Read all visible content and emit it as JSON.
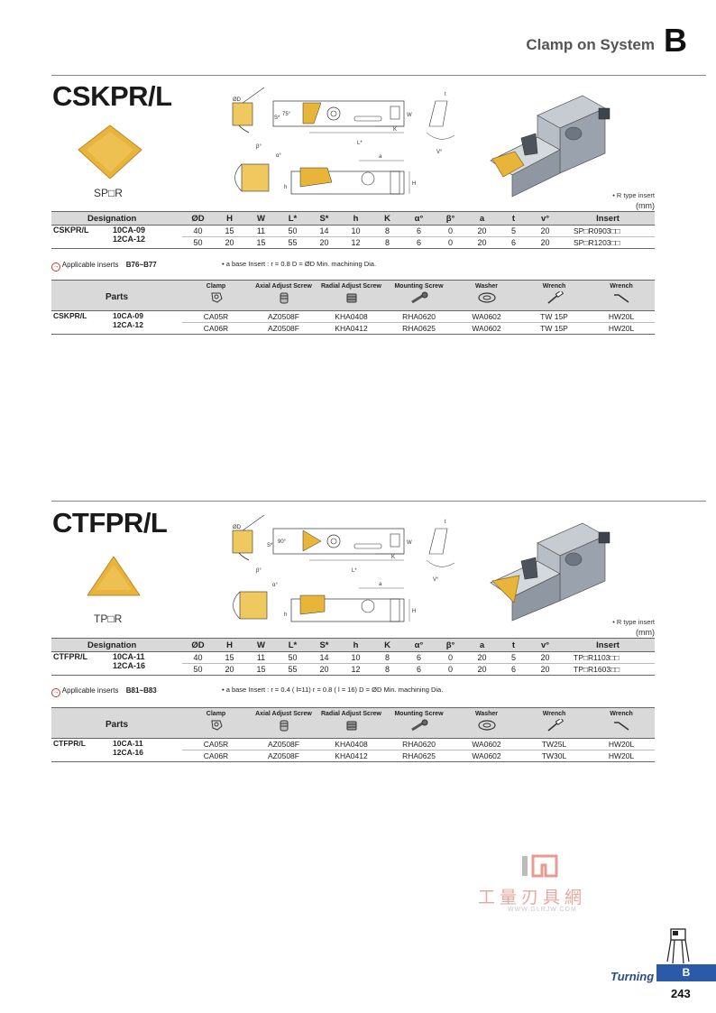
{
  "header": {
    "title": "Clamp on System",
    "letter": "B"
  },
  "sections": [
    {
      "model": "CSKPR/L",
      "insert_label": "SP□R",
      "r_note": "• R type insert",
      "unit": "(mm)",
      "spec_headers": [
        "Designation",
        "ØD",
        "H",
        "W",
        "L*",
        "S*",
        "h",
        "K",
        "α°",
        "β°",
        "a",
        "t",
        "v°",
        "Insert"
      ],
      "series": "CSKPR/L",
      "rows": [
        {
          "code": "10CA-09",
          "vals": [
            "40",
            "15",
            "11",
            "50",
            "14",
            "10",
            "8",
            "6",
            "0",
            "20",
            "5",
            "20"
          ],
          "insert": "SP□R0903□□"
        },
        {
          "code": "12CA-12",
          "vals": [
            "50",
            "20",
            "15",
            "55",
            "20",
            "12",
            "8",
            "6",
            "0",
            "20",
            "6",
            "20"
          ],
          "insert": "SP□R1203□□"
        }
      ],
      "applicable": "Applicable inserts",
      "applicable_ref": "B76~B77",
      "footnote": "• a base Insert : r = 0.8     D = ØD Min. machining Dia.",
      "parts_label": "Parts",
      "parts_headers": [
        "Clamp",
        "Axial Adjust Screw",
        "Radial Adjust Screw",
        "Mounting Screw",
        "Washer",
        "Wrench",
        "Wrench"
      ],
      "parts_rows": [
        {
          "code": "10CA-09",
          "vals": [
            "CA05R",
            "AZ0508F",
            "KHA0408",
            "RHA0620",
            "WA0602",
            "TW 15P",
            "HW20L"
          ]
        },
        {
          "code": "12CA-12",
          "vals": [
            "CA06R",
            "AZ0508F",
            "KHA0412",
            "RHA0625",
            "WA0602",
            "TW 15P",
            "HW20L"
          ]
        }
      ],
      "diagram": {
        "angle": "75°",
        "labels": [
          "ØD",
          "S*",
          "L*",
          "K",
          "W",
          "a",
          "h",
          "H",
          "t",
          "V°",
          "β°",
          "α°"
        ]
      }
    },
    {
      "model": "CTFPR/L",
      "insert_label": "TP□R",
      "r_note": "• R type insert",
      "unit": "(mm)",
      "spec_headers": [
        "Designation",
        "ØD",
        "H",
        "W",
        "L*",
        "S*",
        "h",
        "K",
        "α°",
        "β°",
        "a",
        "t",
        "v°",
        "Insert"
      ],
      "series": "CTFPR/L",
      "rows": [
        {
          "code": "10CA-11",
          "vals": [
            "40",
            "15",
            "11",
            "50",
            "14",
            "10",
            "8",
            "6",
            "0",
            "20",
            "5",
            "20"
          ],
          "insert": "TP□R1103□□"
        },
        {
          "code": "12CA-16",
          "vals": [
            "50",
            "20",
            "15",
            "55",
            "20",
            "12",
            "8",
            "6",
            "0",
            "20",
            "6",
            "20"
          ],
          "insert": "TP□R1603□□"
        }
      ],
      "applicable": "Applicable inserts",
      "applicable_ref": "B81~B83",
      "footnote": "• a base Insert : r = 0.4 ( l=11) r = 0.8 ( l = 16)    D = ØD Min. machining Dia.",
      "parts_label": "Parts",
      "parts_headers": [
        "Clamp",
        "Axial Adjust Screw",
        "Radial Adjust Screw",
        "Mounting Screw",
        "Washer",
        "Wrench",
        "Wrench"
      ],
      "parts_rows": [
        {
          "code": "10CA-11",
          "vals": [
            "CA05R",
            "AZ0508F",
            "KHA0408",
            "RHA0620",
            "WA0602",
            "TW25L",
            "HW20L"
          ]
        },
        {
          "code": "12CA-16",
          "vals": [
            "CA06R",
            "AZ0508F",
            "KHA0412",
            "RHA0625",
            "WA0602",
            "TW30L",
            "HW20L"
          ]
        }
      ],
      "diagram": {
        "angle": "90°",
        "labels": [
          "ØD",
          "S*",
          "L*",
          "K",
          "W",
          "a",
          "h",
          "H",
          "t",
          "V°",
          "β°",
          "α°"
        ]
      }
    }
  ],
  "watermark": {
    "text": "工量刃具網",
    "url": "WWW.GLRJW.COM"
  },
  "footer": {
    "section_name": "Turning",
    "tab_letter": "B",
    "page_number": "243"
  },
  "colors": {
    "insert_gold": "#e8b43a",
    "tab_blue": "#2a5aa8",
    "turning_text": "#2a4b8c",
    "header_gray": "#d9d9d9"
  }
}
